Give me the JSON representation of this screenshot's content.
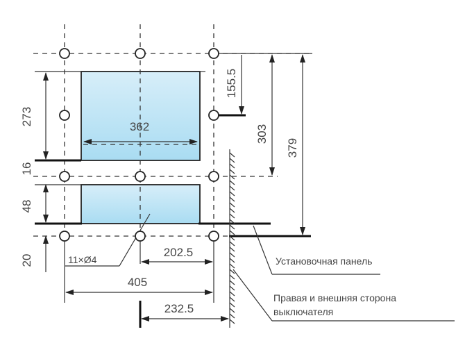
{
  "dimensions": {
    "w362": "362",
    "h273": "273",
    "h16": "16",
    "h48": "48",
    "h20": "20",
    "h155_5": "155.5",
    "h303": "303",
    "h379": "379",
    "w202_5": "202.5",
    "w405": "405",
    "w232_5": "232.5",
    "holes": "11×Ø4"
  },
  "labels": {
    "panel": "Установочная панель",
    "side_line1": "Правая и внешняя сторона",
    "side_line2": "выключателя"
  },
  "colors": {
    "window_top": "#d7eef9",
    "window_bottom": "#a9dcf2",
    "lines": "#333333"
  }
}
